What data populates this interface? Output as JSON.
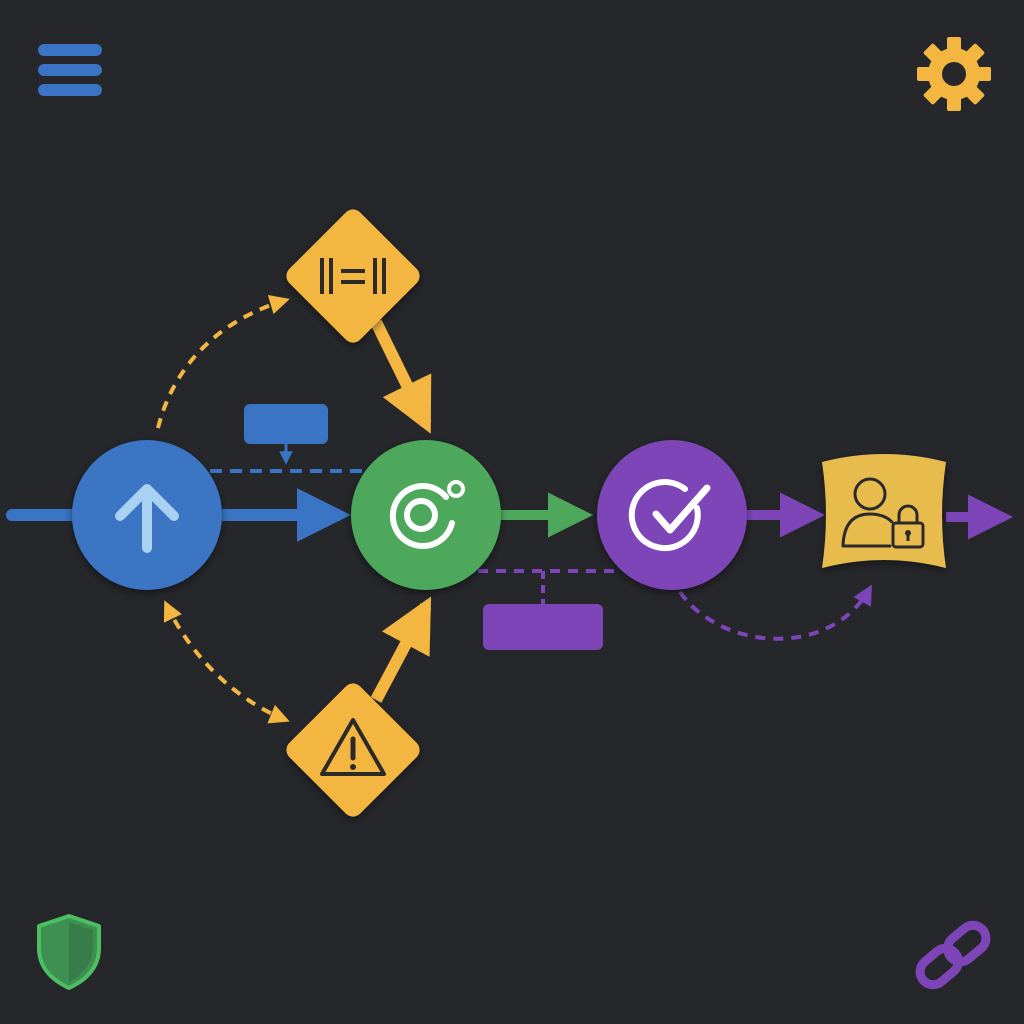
{
  "colors": {
    "background": "#25272b",
    "blue": "#3a74c4",
    "blue_light": "#a9d1f1",
    "green": "#4ea85c",
    "purple": "#7d45b8",
    "yellow": "#f3b640",
    "doc_yellow": "#e8bb4e",
    "dark": "#2a2a2a",
    "shield_green": "#3e8f52",
    "shield_outline": "#4cbf62"
  },
  "corner_icons": {
    "menu": {
      "icon": "hamburger-menu-icon"
    },
    "settings": {
      "icon": "gear-icon"
    },
    "security": {
      "icon": "shield-icon"
    },
    "link": {
      "icon": "chain-link-icon"
    }
  },
  "nodes": {
    "start": {
      "shape": "circle",
      "icon": "arrow-up-icon"
    },
    "process": {
      "shape": "circle",
      "icon": "spinner-ring-icon"
    },
    "verify": {
      "shape": "circle",
      "icon": "check-circle-icon"
    },
    "secure_user": {
      "shape": "wavy-rectangle",
      "icon": "user-lock-icon"
    },
    "decision_top": {
      "shape": "diamond",
      "icon": "double-bar-equals-icon"
    },
    "decision_bottom": {
      "shape": "diamond",
      "icon": "warning-triangle-icon"
    }
  },
  "annotations": {
    "blue_note": {
      "text": ""
    },
    "purple_note": {
      "text": ""
    }
  }
}
